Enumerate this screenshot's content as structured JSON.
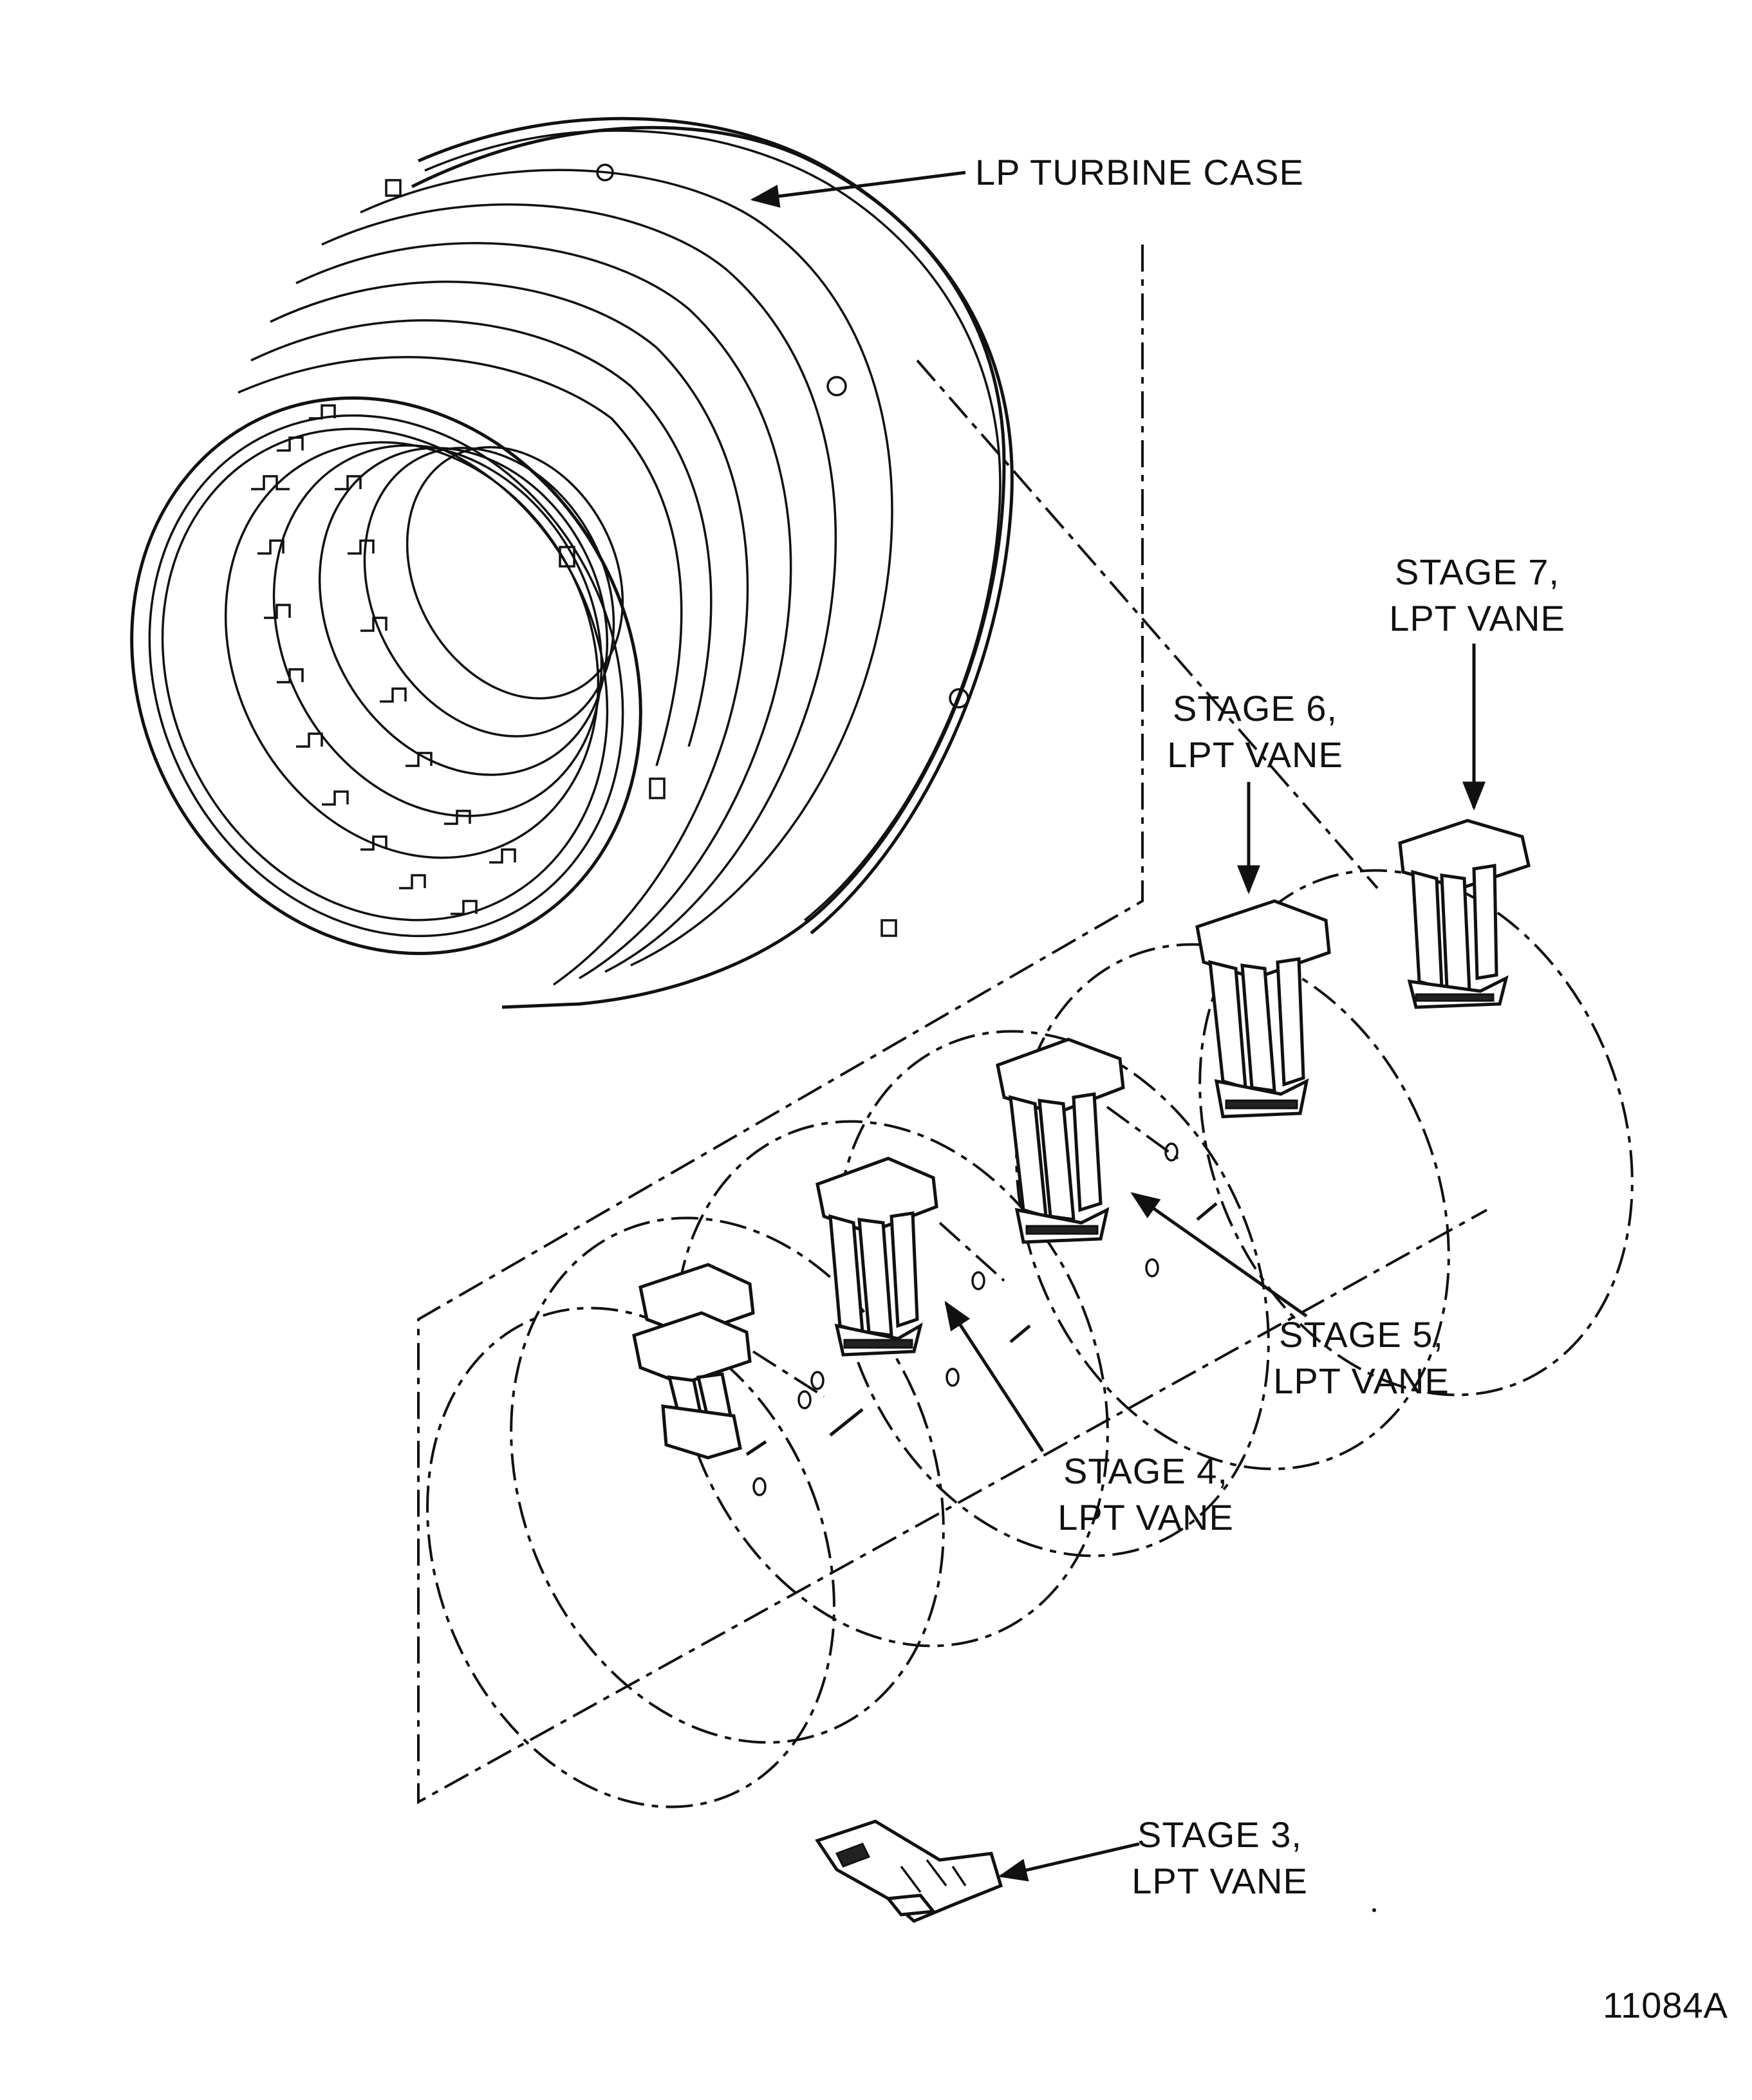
{
  "diagram": {
    "labels": {
      "lp_turbine_case": "LP TURBINE CASE",
      "stage7": {
        "line1": "STAGE 7,",
        "line2": "LPT VANE"
      },
      "stage6": {
        "line1": "STAGE 6,",
        "line2": "LPT VANE"
      },
      "stage5": {
        "line1": "STAGE 5,",
        "line2": "LPT VANE"
      },
      "stage4": {
        "line1": "STAGE 4,",
        "line2": "LPT VANE"
      },
      "stage3": {
        "line1": "STAGE 3,",
        "line2": "LPT VANE"
      }
    },
    "figure_id": "11084A"
  }
}
